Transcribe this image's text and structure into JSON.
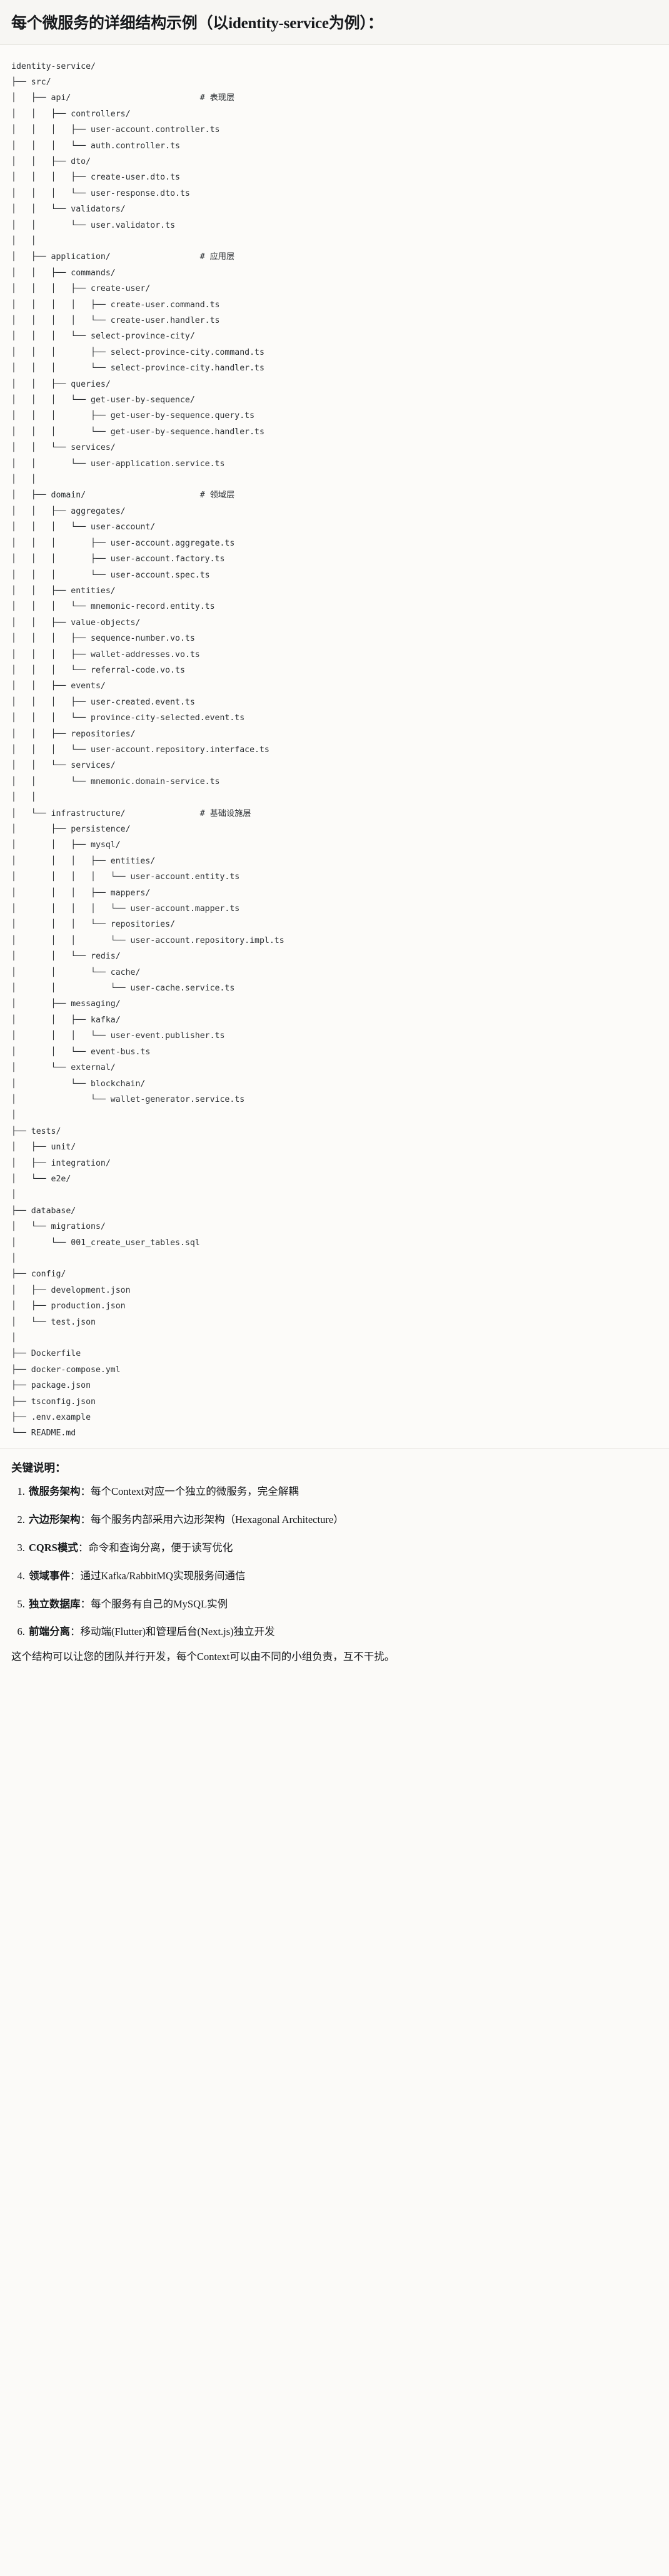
{
  "header": {
    "title": "每个微服务的详细结构示例（以identity-service为例）："
  },
  "tree": {
    "root": "identity-service/",
    "lines": [
      "identity-service/",
      "├── src/",
      "│   ├── api/                          # 表现层",
      "│   │   ├── controllers/",
      "│   │   │   ├── user-account.controller.ts",
      "│   │   │   └── auth.controller.ts",
      "│   │   ├── dto/",
      "│   │   │   ├── create-user.dto.ts",
      "│   │   │   └── user-response.dto.ts",
      "│   │   └── validators/",
      "│   │       └── user.validator.ts",
      "│   │",
      "│   ├── application/                  # 应用层",
      "│   │   ├── commands/",
      "│   │   │   ├── create-user/",
      "│   │   │   │   ├── create-user.command.ts",
      "│   │   │   │   └── create-user.handler.ts",
      "│   │   │   └── select-province-city/",
      "│   │   │       ├── select-province-city.command.ts",
      "│   │   │       └── select-province-city.handler.ts",
      "│   │   ├── queries/",
      "│   │   │   └── get-user-by-sequence/",
      "│   │   │       ├── get-user-by-sequence.query.ts",
      "│   │   │       └── get-user-by-sequence.handler.ts",
      "│   │   └── services/",
      "│   │       └── user-application.service.ts",
      "│   │",
      "│   ├── domain/                       # 领域层",
      "│   │   ├── aggregates/",
      "│   │   │   └── user-account/",
      "│   │   │       ├── user-account.aggregate.ts",
      "│   │   │       ├── user-account.factory.ts",
      "│   │   │       └── user-account.spec.ts",
      "│   │   ├── entities/",
      "│   │   │   └── mnemonic-record.entity.ts",
      "│   │   ├── value-objects/",
      "│   │   │   ├── sequence-number.vo.ts",
      "│   │   │   ├── wallet-addresses.vo.ts",
      "│   │   │   └── referral-code.vo.ts",
      "│   │   ├── events/",
      "│   │   │   ├── user-created.event.ts",
      "│   │   │   └── province-city-selected.event.ts",
      "│   │   ├── repositories/",
      "│   │   │   └── user-account.repository.interface.ts",
      "│   │   └── services/",
      "│   │       └── mnemonic.domain-service.ts",
      "│   │",
      "│   └── infrastructure/               # 基础设施层",
      "│       ├── persistence/",
      "│       │   ├── mysql/",
      "│       │   │   ├── entities/",
      "│       │   │   │   └── user-account.entity.ts",
      "│       │   │   ├── mappers/",
      "│       │   │   │   └── user-account.mapper.ts",
      "│       │   │   └── repositories/",
      "│       │   │       └── user-account.repository.impl.ts",
      "│       │   └── redis/",
      "│       │       └── cache/",
      "│       │           └── user-cache.service.ts",
      "│       ├── messaging/",
      "│       │   ├── kafka/",
      "│       │   │   └── user-event.publisher.ts",
      "│       │   └── event-bus.ts",
      "│       └── external/",
      "│           └── blockchain/",
      "│               └── wallet-generator.service.ts",
      "│",
      "├── tests/",
      "│   ├── unit/",
      "│   ├── integration/",
      "│   └── e2e/",
      "│",
      "├── database/",
      "│   └── migrations/",
      "│       └── 001_create_user_tables.sql",
      "│",
      "├── config/",
      "│   ├── development.json",
      "│   ├── production.json",
      "│   └── test.json",
      "│",
      "├── Dockerfile",
      "├── docker-compose.yml",
      "├── package.json",
      "├── tsconfig.json",
      "├── .env.example",
      "└── README.md"
    ],
    "layer_comments": [
      "# 表现层",
      "# 应用层",
      "# 领域层",
      "# 基础设施层"
    ]
  },
  "notes": {
    "heading": "关键说明：",
    "items": [
      {
        "term": "微服务架构",
        "sep": "：",
        "desc": "每个Context对应一个独立的微服务，完全解耦"
      },
      {
        "term": "六边形架构",
        "sep": "：",
        "desc": "每个服务内部采用六边形架构（Hexagonal Architecture）"
      },
      {
        "term": "CQRS模式",
        "sep": "：",
        "desc": "命令和查询分离，便于读写优化"
      },
      {
        "term": "领域事件",
        "sep": "：",
        "desc": "通过Kafka/RabbitMQ实现服务间通信"
      },
      {
        "term": "独立数据库",
        "sep": "：",
        "desc": "每个服务有自己的MySQL实例"
      },
      {
        "term": "前端分离",
        "sep": "：",
        "desc": "移动端(Flutter)和管理后台(Next.js)独立开发"
      }
    ],
    "closing": "这个结构可以让您的团队并行开发，每个Context可以由不同的小组负责，互不干扰。"
  }
}
